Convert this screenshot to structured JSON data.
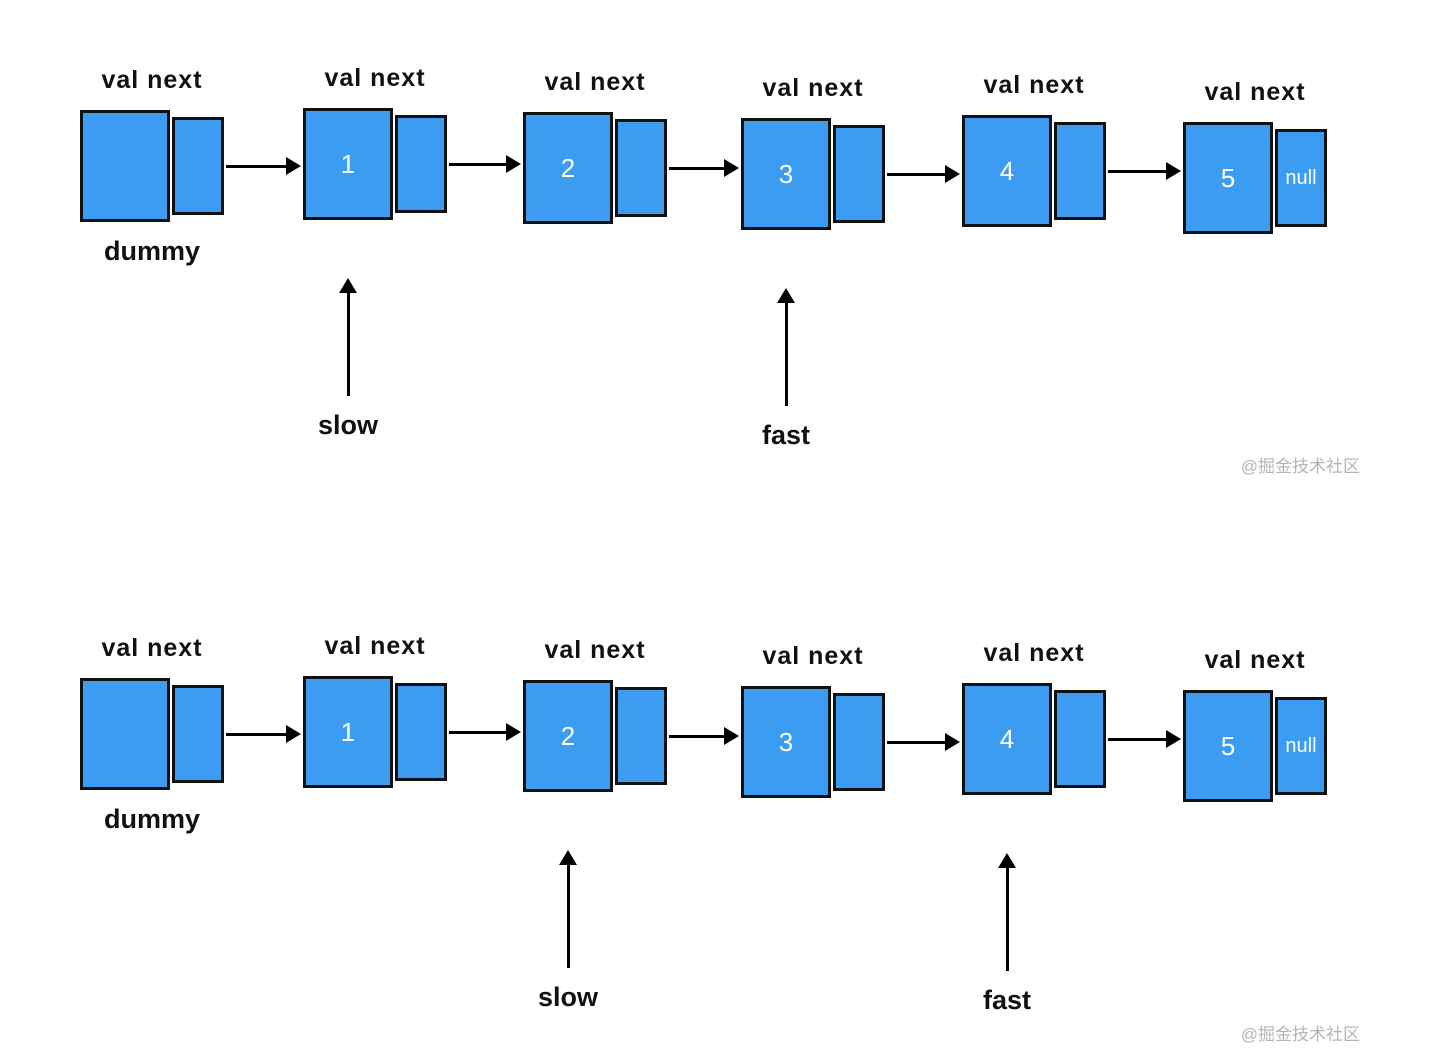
{
  "colors": {
    "node_fill": "#3b9cf2",
    "node_border": "#111111"
  },
  "diagrams": [
    {
      "watermark": "@掘金技术社区",
      "nodes": [
        {
          "header": "val next",
          "val": "",
          "next_text": "",
          "caption_below": "dummy"
        },
        {
          "header": "val next",
          "val": "1",
          "next_text": "",
          "pointer_label": "slow"
        },
        {
          "header": "val next",
          "val": "2",
          "next_text": ""
        },
        {
          "header": "val next",
          "val": "3",
          "next_text": "",
          "pointer_label": "fast"
        },
        {
          "header": "val next",
          "val": "4",
          "next_text": ""
        },
        {
          "header": "val next",
          "val": "5",
          "next_text": "null"
        }
      ]
    },
    {
      "watermark": "@掘金技术社区",
      "nodes": [
        {
          "header": "val next",
          "val": "",
          "next_text": "",
          "caption_below": "dummy"
        },
        {
          "header": "val next",
          "val": "1",
          "next_text": ""
        },
        {
          "header": "val next",
          "val": "2",
          "next_text": "",
          "pointer_label": "slow"
        },
        {
          "header": "val next",
          "val": "3",
          "next_text": ""
        },
        {
          "header": "val next",
          "val": "4",
          "next_text": "",
          "pointer_label": "fast"
        },
        {
          "header": "val next",
          "val": "5",
          "next_text": "null"
        }
      ]
    }
  ]
}
